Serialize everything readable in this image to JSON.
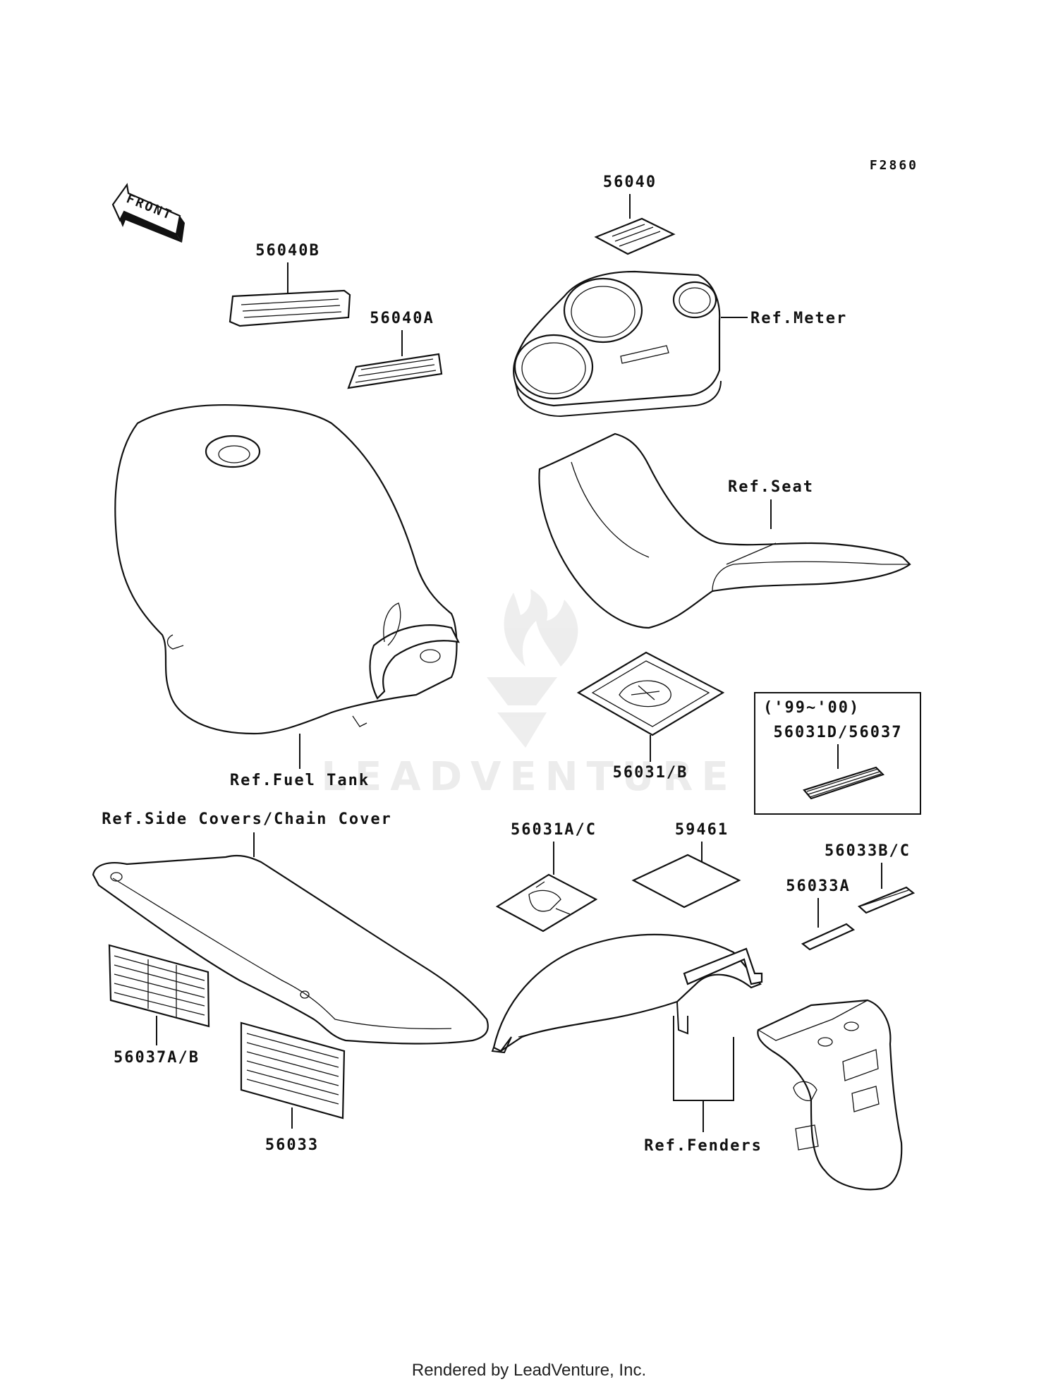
{
  "figure_code": "F2860",
  "direction_arrow": "FRONT",
  "labels": {
    "p56040": "56040",
    "p56040B": "56040B",
    "p56040A": "56040A",
    "ref_meter": "Ref.Meter",
    "ref_seat": "Ref.Seat",
    "ref_fuel_tank": "Ref.Fuel Tank",
    "p56031B": "56031/B",
    "inset_years": "('99~'00)",
    "p56031D_56037": "56031D/56037",
    "ref_side_covers": "Ref.Side Covers/Chain Cover",
    "p56031AC": "56031A/C",
    "p59461": "59461",
    "p56033BC": "56033B/C",
    "p56033A": "56033A",
    "p56037AB": "56037A/B",
    "p56033": "56033",
    "ref_fenders": "Ref.Fenders"
  },
  "watermark": "LEADVENTURE",
  "footer": "Rendered by LeadVenture, Inc."
}
